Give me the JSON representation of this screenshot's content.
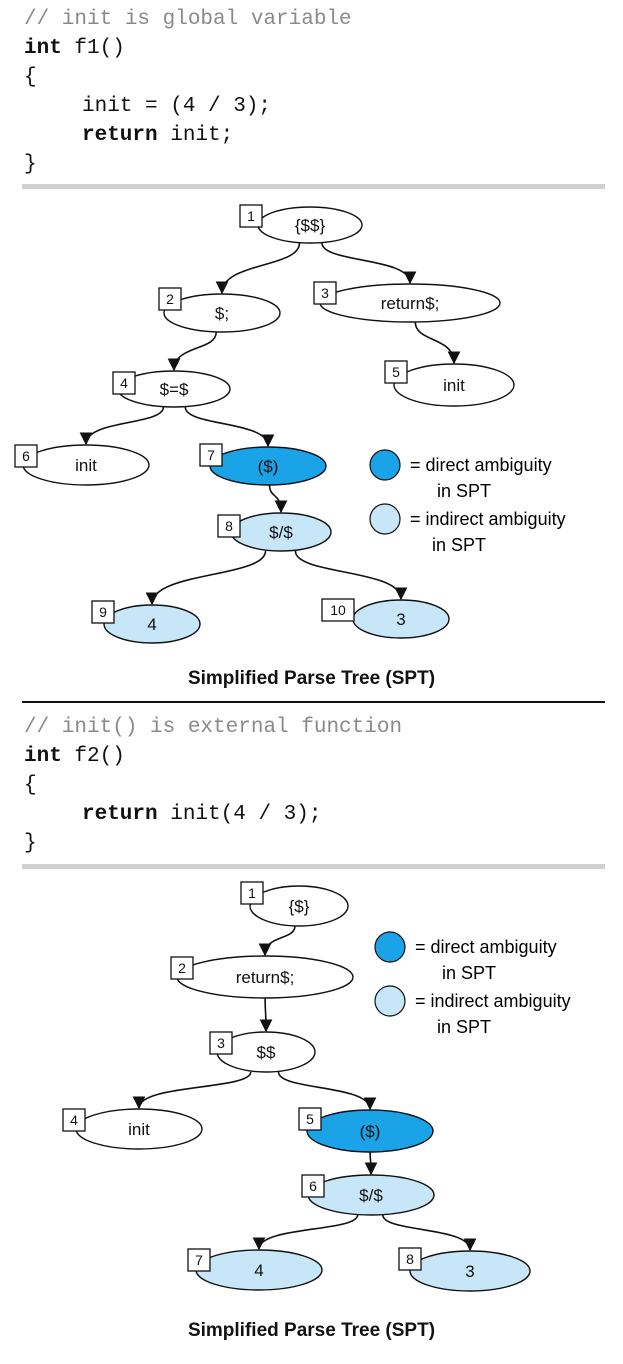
{
  "colors": {
    "direct": "#1aa3e6",
    "indirect": "#c7e6f8",
    "plain": "#ffffff"
  },
  "example1": {
    "code": {
      "comment": "// init is global variable",
      "kw_int": "int",
      "sig": " f1()",
      "open": "{",
      "line_assign": "init = (4 / 3);",
      "kw_return": "return",
      "ret_rest": " init;",
      "close": "}"
    },
    "tree": {
      "nodes": [
        {
          "id": "1",
          "label": "{$$}",
          "fill": "plain"
        },
        {
          "id": "2",
          "label": "$;",
          "fill": "plain"
        },
        {
          "id": "3",
          "label": "return$;",
          "fill": "plain"
        },
        {
          "id": "4",
          "label": "$=$",
          "fill": "plain"
        },
        {
          "id": "5",
          "label": "init",
          "fill": "plain"
        },
        {
          "id": "6",
          "label": "init",
          "fill": "plain"
        },
        {
          "id": "7",
          "label": "($)",
          "fill": "direct"
        },
        {
          "id": "8",
          "label": "$/$",
          "fill": "indirect"
        },
        {
          "id": "9",
          "label": "4",
          "fill": "indirect"
        },
        {
          "id": "10",
          "label": "3",
          "fill": "indirect"
        }
      ],
      "edges": [
        [
          "1",
          "2"
        ],
        [
          "1",
          "3"
        ],
        [
          "2",
          "4"
        ],
        [
          "3",
          "5"
        ],
        [
          "4",
          "6"
        ],
        [
          "4",
          "7"
        ],
        [
          "7",
          "8"
        ],
        [
          "8",
          "9"
        ],
        [
          "8",
          "10"
        ]
      ]
    },
    "legend": {
      "direct_line1": "=  direct ambiguity",
      "direct_line2": "in SPT",
      "indirect_line1": "=  indirect ambiguity",
      "indirect_line2": "in SPT"
    },
    "caption": "Simplified Parse Tree (SPT)"
  },
  "example2": {
    "code": {
      "comment": "// init() is external function",
      "kw_int": "int",
      "sig": " f2()",
      "open": "{",
      "kw_return": "return",
      "ret_rest": " init(4 / 3);",
      "close": "}"
    },
    "tree": {
      "nodes": [
        {
          "id": "1",
          "label": "{$}",
          "fill": "plain"
        },
        {
          "id": "2",
          "label": "return$;",
          "fill": "plain"
        },
        {
          "id": "3",
          "label": "$$",
          "fill": "plain"
        },
        {
          "id": "4",
          "label": "init",
          "fill": "plain"
        },
        {
          "id": "5",
          "label": "($)",
          "fill": "direct"
        },
        {
          "id": "6",
          "label": "$/$",
          "fill": "indirect"
        },
        {
          "id": "7",
          "label": "4",
          "fill": "indirect"
        },
        {
          "id": "8",
          "label": "3",
          "fill": "indirect"
        }
      ],
      "edges": [
        [
          "1",
          "2"
        ],
        [
          "2",
          "3"
        ],
        [
          "3",
          "4"
        ],
        [
          "3",
          "5"
        ],
        [
          "5",
          "6"
        ],
        [
          "6",
          "7"
        ],
        [
          "6",
          "8"
        ]
      ]
    },
    "legend": {
      "direct_line1": "=  direct ambiguity",
      "direct_line2": "in SPT",
      "indirect_line1": "=  indirect ambiguity",
      "indirect_line2": "in SPT"
    },
    "caption": "Simplified Parse Tree (SPT)"
  }
}
